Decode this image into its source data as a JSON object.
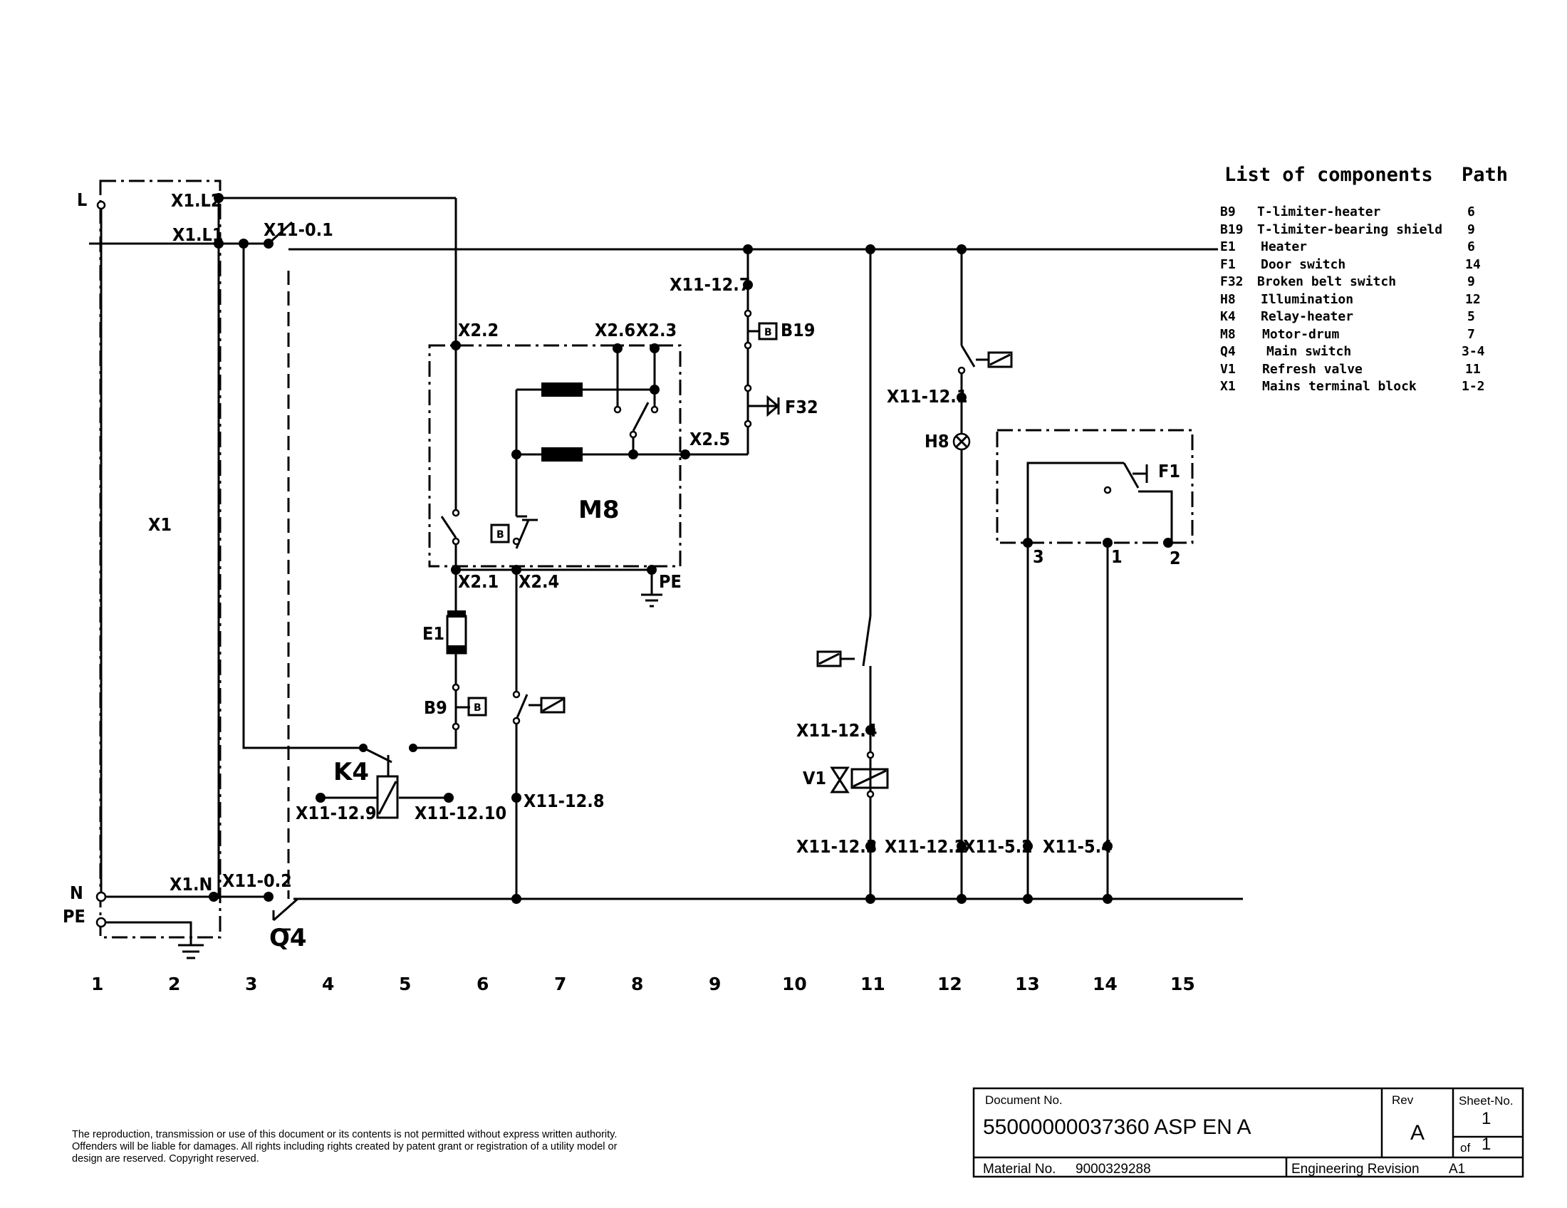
{
  "diagram": {
    "terminals": {
      "l": "L",
      "x1_l2": "X1.L2",
      "x1_l1": "X1.L1",
      "x11_0_1": "X11-0.1",
      "x1_box": "X1",
      "n": "N",
      "pe_left": "PE",
      "x1_n": "X1.N",
      "x11_0_2": "X11-0.2",
      "q4": "Q4",
      "x2_2": "X2.2",
      "x2_6": "X2.6",
      "x2_3": "X2.3",
      "x2_5": "X2.5",
      "m8": "M8",
      "x2_1": "X2.1",
      "x2_4": "X2.4",
      "pe_motor": "PE",
      "e1": "E1",
      "b9": "B9",
      "k4": "K4",
      "x11_12_9": "X11-12.9",
      "x11_12_10": "X11-12.10",
      "x11_12_8": "X11-12.8",
      "x11_12_7": "X11-12.7",
      "b19": "B19",
      "f32": "F32",
      "x11_12_1": "X11-12.1",
      "h8": "H8",
      "f1": "F1",
      "pin3": "3",
      "pin1": "1",
      "pin2": "2",
      "x11_12_4": "X11-12.4",
      "v1": "V1",
      "x11_12_3": "X11-12.3",
      "x11_12_2": "X11-12.2",
      "x11_5_2": "X11-5.2",
      "x11_5_4": "X11-5.4",
      "b19_box": "B",
      "b9_box": "B",
      "motor_b_box": "B"
    },
    "paths": [
      "1",
      "2",
      "3",
      "4",
      "5",
      "6",
      "7",
      "8",
      "9",
      "10",
      "11",
      "12",
      "13",
      "14",
      "15"
    ]
  },
  "components_list": {
    "title": "List of components",
    "path_header": "Path",
    "items": [
      {
        "code": "B9",
        "name": "T-limiter-heater",
        "path": "6"
      },
      {
        "code": "B19",
        "name": "T-limiter-bearing shield",
        "path": "9"
      },
      {
        "code": "E1",
        "name": "Heater",
        "path": "6"
      },
      {
        "code": "F1",
        "name": "Door switch",
        "path": "14"
      },
      {
        "code": "F32",
        "name": "Broken belt switch",
        "path": "9"
      },
      {
        "code": "H8",
        "name": "Illumination",
        "path": "12"
      },
      {
        "code": "K4",
        "name": "Relay-heater",
        "path": "5"
      },
      {
        "code": "M8",
        "name": "Motor-drum",
        "path": "7"
      },
      {
        "code": "Q4",
        "name": "Main switch",
        "path": "3-4"
      },
      {
        "code": "V1",
        "name": "Refresh valve",
        "path": "11"
      },
      {
        "code": "X1",
        "name": "Mains terminal block",
        "path": "1-2"
      }
    ]
  },
  "notice": {
    "line1": "The reproduction, transmission or use of this document or its contents is not permitted without express  written authority.",
    "line2": "Offenders will be liable for damages. All rights including rights created by patent grant or registration of a utility model or",
    "line3": "design are reserved. Copyright reserved."
  },
  "title_block": {
    "document_label": "Document No.",
    "document_number": "55000000037360 ASP EN A",
    "rev_label": "Rev",
    "rev_value": "A",
    "sheet_label": "Sheet-No.",
    "sheet_value": "1",
    "of_label": "of",
    "of_value": "1",
    "material_label": "Material No.",
    "material_value": "9000329288",
    "eng_label": "Engineering Revision",
    "eng_value": "A1"
  }
}
